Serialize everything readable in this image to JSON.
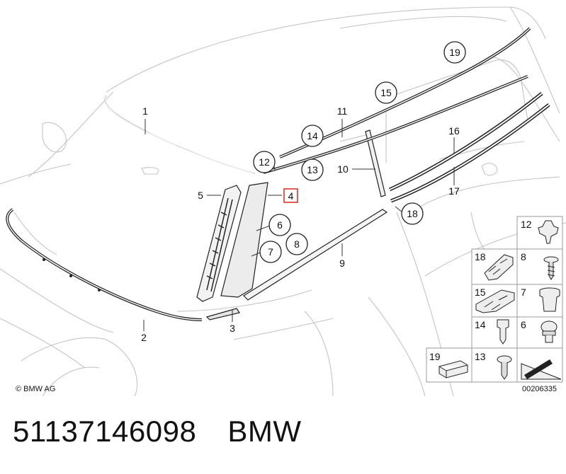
{
  "callouts": {
    "c1": "1",
    "c2": "2",
    "c3": "3",
    "c4": "4",
    "c5": "5",
    "c6": "6",
    "c7": "7",
    "c8": "8",
    "c9": "9",
    "c10": "10",
    "c11": "11",
    "c12": "12",
    "c13": "13",
    "c14": "14",
    "c15": "15",
    "c16": "16",
    "c17": "17",
    "c18": "18",
    "c19": "19"
  },
  "highlighted_callout": "4",
  "highlight_color": "#d9342b",
  "legend": {
    "g12": "12",
    "g8": "8",
    "g18": "18",
    "g15": "15",
    "g7": "7",
    "g14": "14",
    "g6": "6",
    "g19": "19",
    "g13": "13"
  },
  "copyright": "© BMW AG",
  "diagram_number": "00206335",
  "caption": {
    "part_number": "51137146098",
    "brand": "BMW"
  }
}
